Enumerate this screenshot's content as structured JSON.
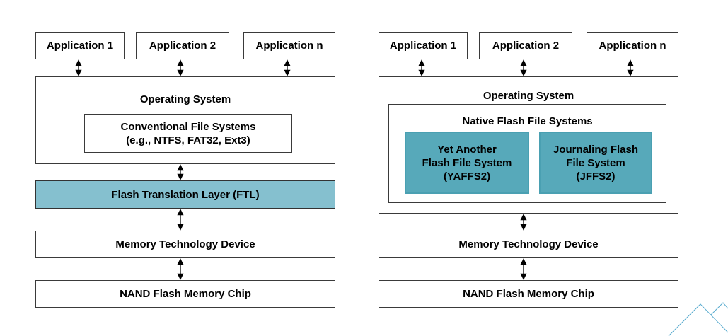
{
  "left": {
    "apps": [
      "Application 1",
      "Application 2",
      "Application n"
    ],
    "os_label": "Operating System",
    "fs_label": "Conventional File Systems\n(e.g., NTFS, FAT32, Ext3)",
    "ftl_label": "Flash Translation Layer (FTL)",
    "mtd_label": "Memory Technology Device",
    "nand_label": "NAND Flash Memory Chip"
  },
  "right": {
    "apps": [
      "Application 1",
      "Application 2",
      "Application n"
    ],
    "os_label": "Operating System",
    "native_label": "Native Flash File Systems",
    "yaffs_label": "Yet Another\nFlash File System\n(YAFFS2)",
    "jffs_label": "Journaling Flash\nFile System\n(JFFS2)",
    "mtd_label": "Memory Technology Device",
    "nand_label": "NAND Flash Memory Chip"
  },
  "colors": {
    "ftl_fill": "#85c0cf",
    "fs_fill": "#57a9ba",
    "border": "#3a3a3a"
  }
}
